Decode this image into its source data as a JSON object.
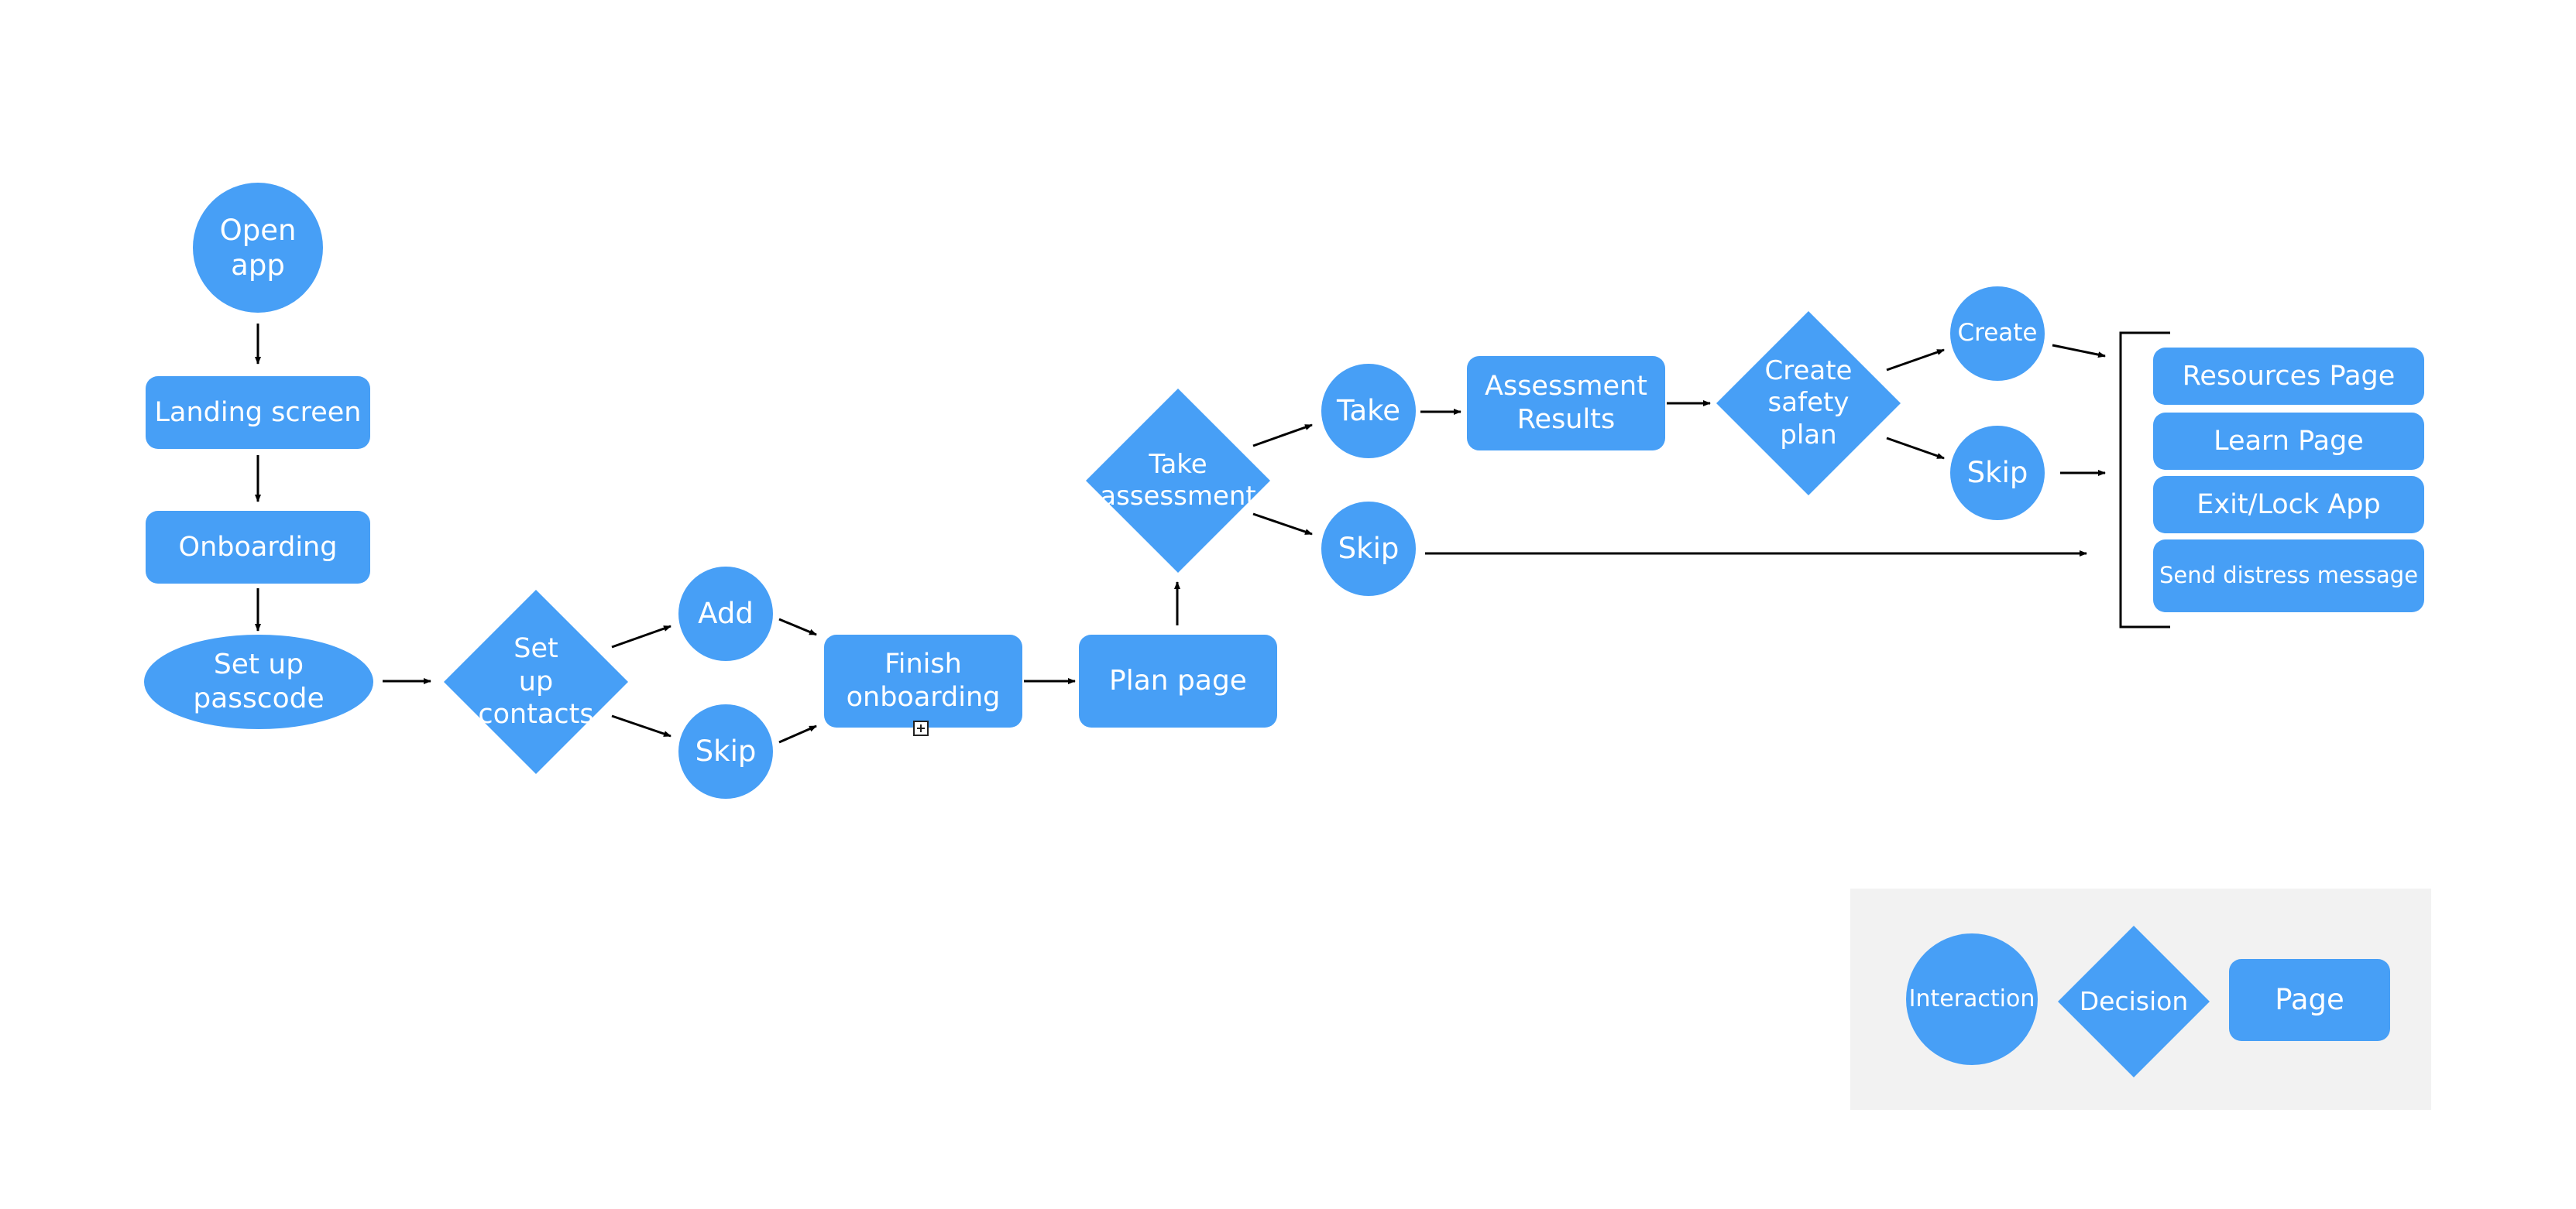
{
  "nodes": {
    "open_app": "Open\napp",
    "landing_screen": "Landing screen",
    "onboarding": "Onboarding",
    "set_up_passcode": "Set up\npasscode",
    "set_up_contacts": "Set\nup\ncontacts",
    "add": "Add",
    "skip_contacts": "Skip",
    "finish_onboarding": "Finish\nonboarding",
    "plan_page": "Plan page",
    "take_assessment": "Take\nassessment",
    "take": "Take",
    "skip_assessment": "Skip",
    "assessment_results": "Assessment\nResults",
    "create_safety_plan": "Create\nsafety\nplan",
    "create": "Create",
    "skip_plan": "Skip",
    "resources_page": "Resources Page",
    "learn_page": "Learn Page",
    "exit_lock_app": "Exit/Lock App",
    "send_distress_message": "Send distress message"
  },
  "legend": {
    "interaction": "Interaction",
    "decision": "Decision",
    "page": "Page"
  },
  "colors": {
    "node_fill": "#479FF6",
    "node_text": "#FFFFFF",
    "edge": "#000000",
    "legend_bg": "#F2F2F2"
  },
  "icons": {
    "expand": "plus-square-icon"
  }
}
